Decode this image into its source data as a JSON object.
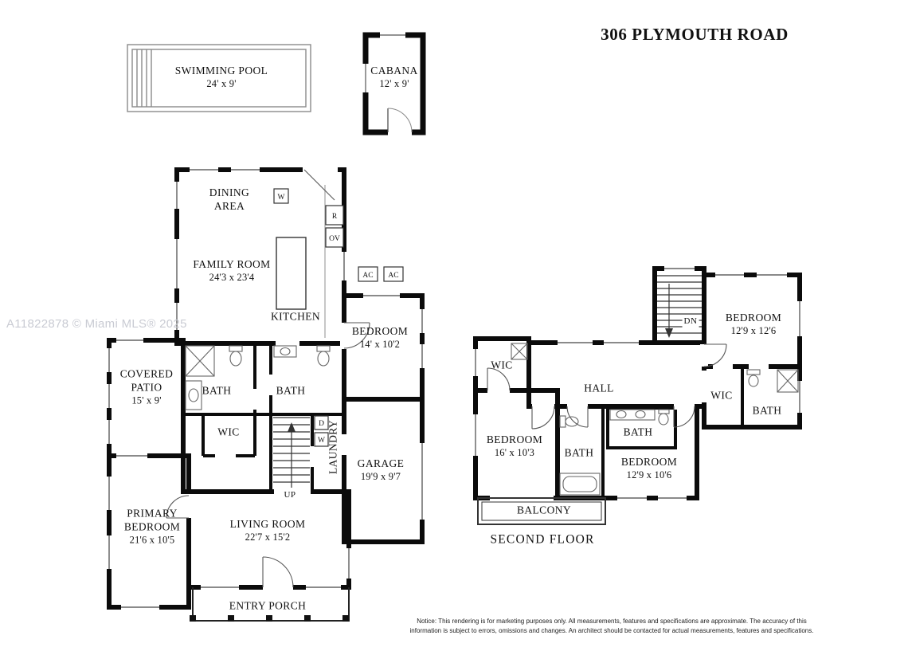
{
  "title": "306 PLYMOUTH ROAD",
  "watermark": "A11822878 © Miami MLS® 2025",
  "outbuildings": {
    "pool": {
      "name": "SWIMMING POOL",
      "dims": "24' x 9'"
    },
    "cabana": {
      "name": "CABANA",
      "dims": "12' x 9'"
    }
  },
  "first_floor": {
    "dining": {
      "name": "DINING AREA"
    },
    "family": {
      "name": "FAMILY ROOM",
      "dims": "24'3 x 23'4"
    },
    "kitchen": {
      "name": "KITCHEN"
    },
    "bedroom": {
      "name": "BEDROOM",
      "dims": "14' x 10'2"
    },
    "covered_patio": {
      "name": "COVERED PATIO",
      "dims": "15' x 9'"
    },
    "bath1": {
      "name": "BATH"
    },
    "bath2": {
      "name": "BATH"
    },
    "wic": {
      "name": "WIC"
    },
    "laundry": {
      "name": "LAUNDRY"
    },
    "garage": {
      "name": "GARAGE",
      "dims": "19'9 x 9'7"
    },
    "primary_bedroom": {
      "name": "PRIMARY BEDROOM",
      "dims": "21'6 x 10'5"
    },
    "living": {
      "name": "LIVING ROOM",
      "dims": "22'7 x 15'2"
    },
    "entry_porch": {
      "name": "ENTRY PORCH"
    },
    "stairs": {
      "label": "UP"
    },
    "appliances": {
      "washer": "W",
      "refrigerator": "R",
      "oven": "OV",
      "ac1": "AC",
      "ac2": "AC",
      "dryer": "D",
      "washer2": "W"
    }
  },
  "second_floor": {
    "label": "SECOND FLOOR",
    "bedroom_ne": {
      "name": "BEDROOM",
      "dims": "12'9 x 12'6"
    },
    "wic_left": {
      "name": "WIC"
    },
    "hall": {
      "name": "HALL"
    },
    "wic_right": {
      "name": "WIC"
    },
    "bath_right": {
      "name": "BATH"
    },
    "bedroom_sw": {
      "name": "BEDROOM",
      "dims": "16' x 10'3"
    },
    "bath_mid": {
      "name": "BATH"
    },
    "bath_center": {
      "name": "BATH"
    },
    "bedroom_s": {
      "name": "BEDROOM",
      "dims": "12'9 x 10'6"
    },
    "balcony": {
      "name": "BALCONY"
    },
    "stairs": {
      "label": "DN"
    }
  },
  "notice": "Notice: This rendering is for marketing purposes only. All measurements, features and specifications are approximate. The accuracy of this information is subject to errors, omissions and changes. An architect should be contacted for actual measurements, features and specifications."
}
